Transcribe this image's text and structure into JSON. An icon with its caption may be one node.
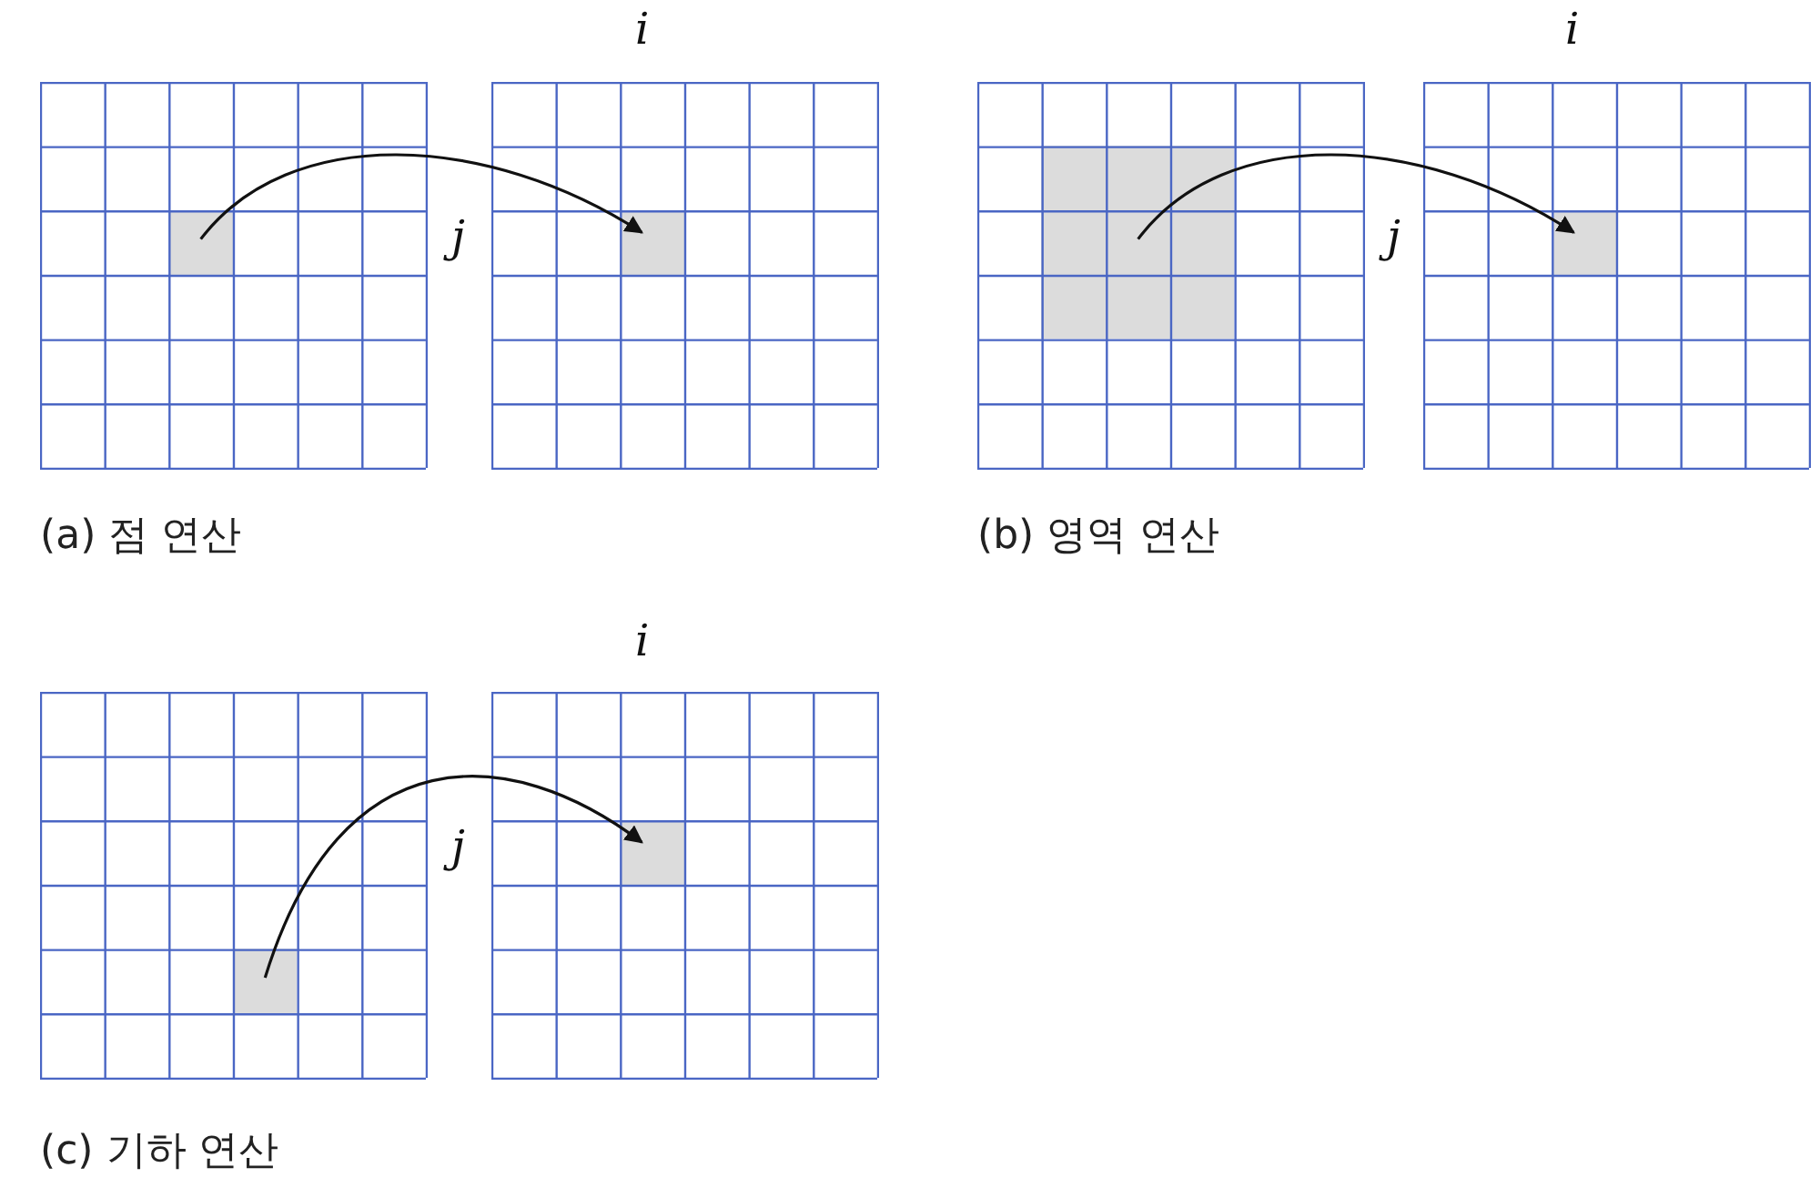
{
  "diagram": {
    "nodes": [
      {
        "text": [],
        "shape": "box"
      },
      {
        "text": [],
        "shape": "box"
      },
      {
        "text": [],
        "shape": "box"
      },
      {
        "text": [],
        "shape": "box"
      },
      {
        "text": [],
        "shape": "box"
      },
      {
        "text": [],
        "shape": "box"
      }
    ],
    "edges": [
      {
        "from": 0,
        "to": 1,
        "arrow": "to"
      },
      {
        "from": 2,
        "to": 3,
        "arrow": "to"
      },
      {
        "from": 4,
        "to": 5,
        "arrow": "to"
      }
    ],
    "labels": [
      "i",
      "i",
      "j",
      "j",
      "(a) 점 연산",
      "(b) 영역 연산",
      "i",
      "j",
      "(c) 기하 연산"
    ]
  }
}
